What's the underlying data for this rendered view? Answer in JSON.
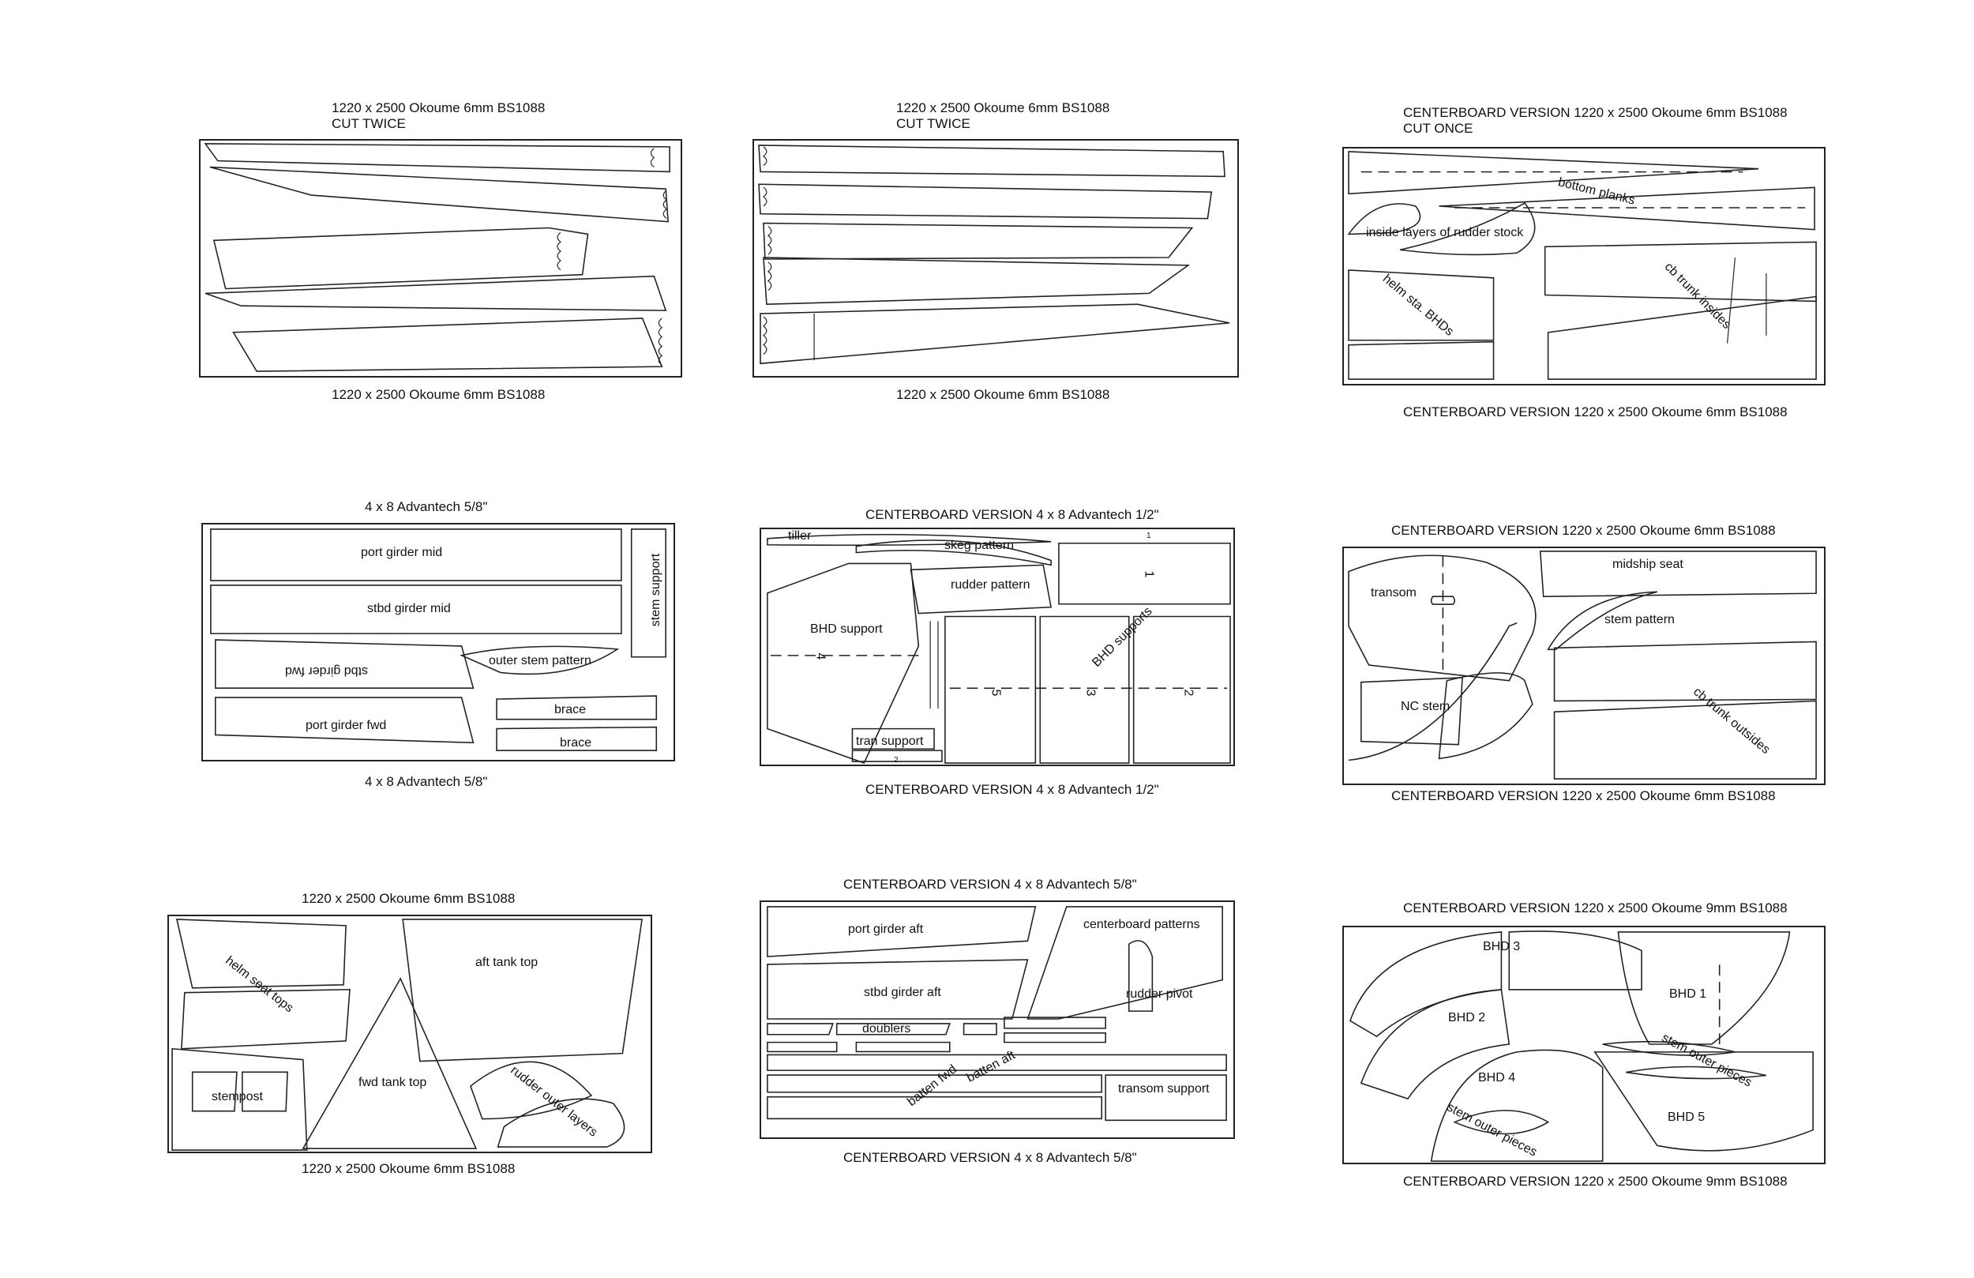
{
  "sheets": [
    {
      "top_label": "1220 x 2500 Okoume 6mm BS1088",
      "top_sub": "CUT TWICE",
      "bottom_label": "1220 x 2500 Okoume 6mm BS1088",
      "pieces": []
    },
    {
      "top_label": "1220 x 2500 Okoume 6mm BS1088",
      "top_sub": "CUT TWICE",
      "bottom_label": "1220 x 2500 Okoume 6mm BS1088",
      "pieces": []
    },
    {
      "top_label": "CENTERBOARD VERSION 1220 x 2500 Okoume 6mm BS1088",
      "top_sub": "CUT ONCE",
      "bottom_label": "CENTERBOARD VERSION 1220 x 2500 Okoume 6mm BS1088",
      "pieces": [
        "bottom planks",
        "inside layers of rudder stock",
        "helm sta. BHDs",
        "cb trunk insides"
      ]
    },
    {
      "top_label": "4 x 8 Advantech 5/8\"",
      "bottom_label": "4 x 8 Advantech 5/8\"",
      "pieces": [
        "port girder mid",
        "stbd girder mid",
        "stem support",
        "stbd girder fwd",
        "outer stem pattern",
        "port girder fwd",
        "brace",
        "brace"
      ]
    },
    {
      "top_label": "CENTERBOARD VERSION 4 x 8 Advantech 1/2\"",
      "bottom_label": "CENTERBOARD VERSION 4 x 8 Advantech 1/2\"",
      "pieces": [
        "tiller",
        "skeg pattern",
        "rudder pattern",
        "BHD support",
        "BHD supports",
        "tran support"
      ],
      "numbers": [
        "1",
        "2",
        "3",
        "4",
        "5",
        "1",
        "2"
      ]
    },
    {
      "top_label": "CENTERBOARD VERSION 1220 x 2500 Okoume 6mm BS1088",
      "bottom_label": "CENTERBOARD VERSION 1220 x 2500 Okoume 6mm BS1088",
      "pieces": [
        "transom",
        "midship seat",
        "stem pattern",
        "NC stem",
        "cb trunk outsides"
      ]
    },
    {
      "top_label": "1220 x 2500 Okoume 6mm BS1088",
      "bottom_label": "1220 x 2500 Okoume 6mm BS1088",
      "pieces": [
        "helm seat tops",
        "aft tank top",
        "stempost",
        "fwd tank top",
        "rudder outer layers"
      ]
    },
    {
      "top_label": "CENTERBOARD VERSION 4 x 8 Advantech 5/8\"",
      "bottom_label": "CENTERBOARD VERSION 4 x 8 Advantech 5/8\"",
      "pieces": [
        "port girder aft",
        "centerboard patterns",
        "stbd girder aft",
        "rudder pivot",
        "doublers",
        "batten fwd",
        "batten aft",
        "transom support"
      ]
    },
    {
      "top_label": "CENTERBOARD VERSION 1220 x 2500 Okoume 9mm BS1088",
      "bottom_label": "CENTERBOARD VERSION 1220 x 2500 Okoume 9mm BS1088",
      "pieces": [
        "BHD 3",
        "BHD 1",
        "BHD 2",
        "BHD 4",
        "stem outer pieces",
        "BHD 5",
        "stem outer pieces"
      ]
    }
  ]
}
